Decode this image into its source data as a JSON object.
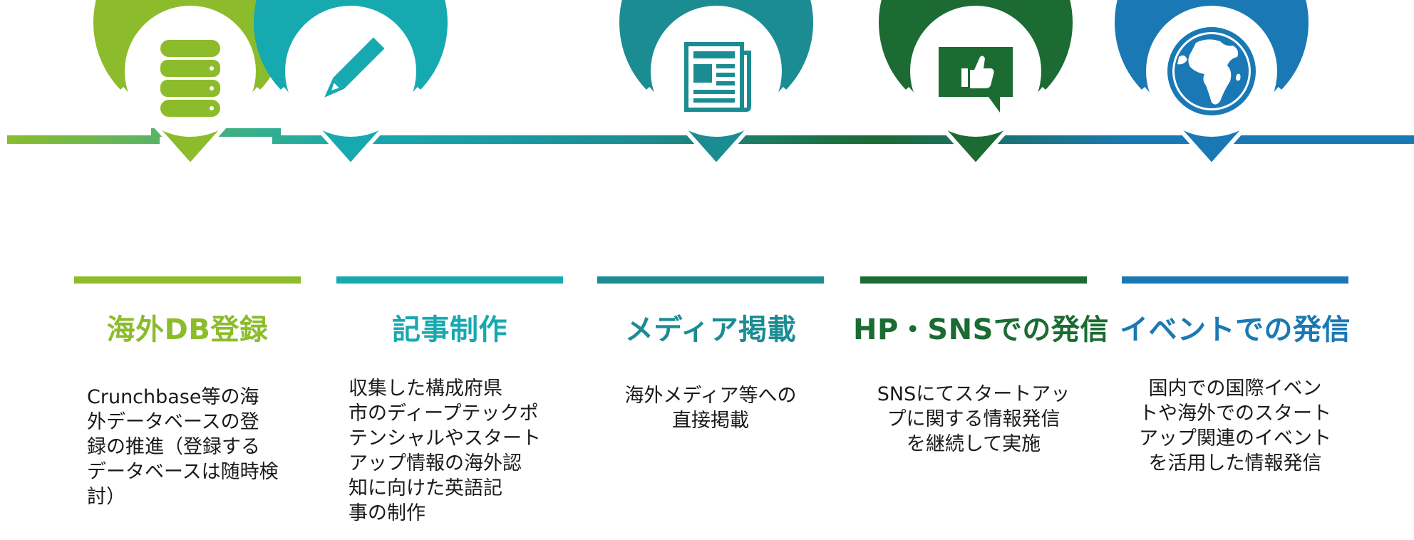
{
  "colors": {
    "green_light": "#8cbc2b",
    "teal": "#17a9b0",
    "teal_dark": "#1c8c93",
    "green_dark": "#1b6b33",
    "blue": "#1a79b5"
  },
  "steps": [
    {
      "title": "海外DB登録",
      "description": "Crunchbase等の海\n外データベースの登\n録の推進（登録する\nデータベースは随時検\n討）",
      "icon": "database-icon"
    },
    {
      "title": "記事制作",
      "description": "収集した構成府県\n市のディープテックポ\nテンシャルやスタート\nアップ情報の海外認\n知に向けた英語記\n事の制作",
      "icon": "pen-icon"
    },
    {
      "title": "メディア掲載",
      "description": "海外メディア等への\n直接掲載",
      "icon": "newspaper-icon"
    },
    {
      "title": "HP・SNSでの発信",
      "description": "SNSにてスタートアッ\nプに関する情報発信\nを継続して実施",
      "icon": "thumbs-up-chat-icon"
    },
    {
      "title": "イベントでの発信",
      "description": "国内での国際イベン\nトや海外でのスタート\nアップ関連のイベント\nを活用した情報発信",
      "icon": "globe-icon"
    }
  ]
}
